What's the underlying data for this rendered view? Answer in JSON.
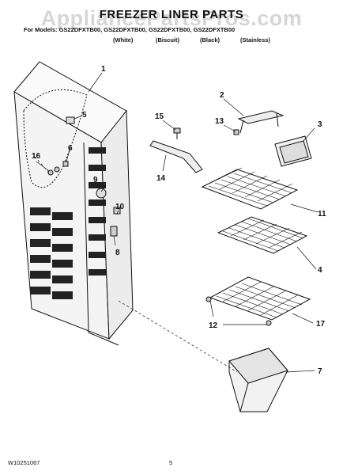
{
  "header": {
    "watermark": "AppliancePartsPros.com",
    "title": "FREEZER LINER PARTS",
    "models_line": "For Models: GS22DFXTB00, GS22DFXTB00, GS22DFXTB00, GS22DFXTB00",
    "variants": [
      "(White)",
      "(Biscuit)",
      "(Black)",
      "(Stainless)"
    ]
  },
  "callouts": [
    "1",
    "2",
    "3",
    "5",
    "6",
    "16",
    "15",
    "13",
    "14",
    "9",
    "10",
    "11",
    "8",
    "4",
    "12",
    "17",
    "7"
  ],
  "footer": {
    "doc_id": "W10251067",
    "page_number": "5"
  }
}
